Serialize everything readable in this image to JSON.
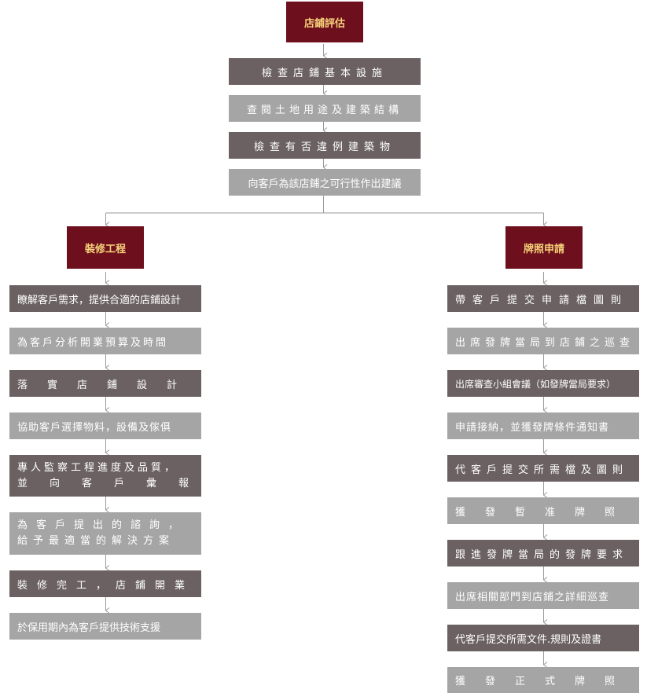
{
  "top": {
    "title": "店鋪評估",
    "steps": [
      "檢查店鋪基本設施",
      "查閱土地用途及建築結構",
      "檢查有否違例建築物",
      "向客戶為該店鋪之可行性作出建議"
    ]
  },
  "left": {
    "title": "裝修工程",
    "steps": [
      "瞭解客戶需求，提供合適的店鋪設計",
      "為客戶分析開業預算及時間",
      "落實店鋪設計",
      "協助客戶選擇物料，設備及傢俱",
      "專人監察工程進度及品質，",
      "並向客戶彙報",
      "為客戶提出的諮詢，",
      "給予最適當的解決方案",
      "裝修完工，店鋪開業",
      "於保用期內為客戶提供技術支援"
    ]
  },
  "right": {
    "title": "牌照申請",
    "steps": [
      "帶客戶提交申請檔圖則",
      "出席發牌當局到店鋪之巡查",
      "出席審查小組會議（如發牌當局要求）",
      "申請接納，並獲發牌條件通知書",
      "代客戶提交所需檔及圖則",
      "獲發暫准牌照",
      "跟進發牌當局的發牌要求",
      "出席相關部門到店鋪之詳細巡查",
      "代客戶提交所需文件.規則及證書",
      "獲發正式牌照"
    ]
  },
  "colors": {
    "header_bg": "#6d0f1d",
    "header_text": "#f6d27a",
    "dark_step": "#6b6163",
    "light_step": "#a5a5a5",
    "connector": "#9a9a9a"
  }
}
